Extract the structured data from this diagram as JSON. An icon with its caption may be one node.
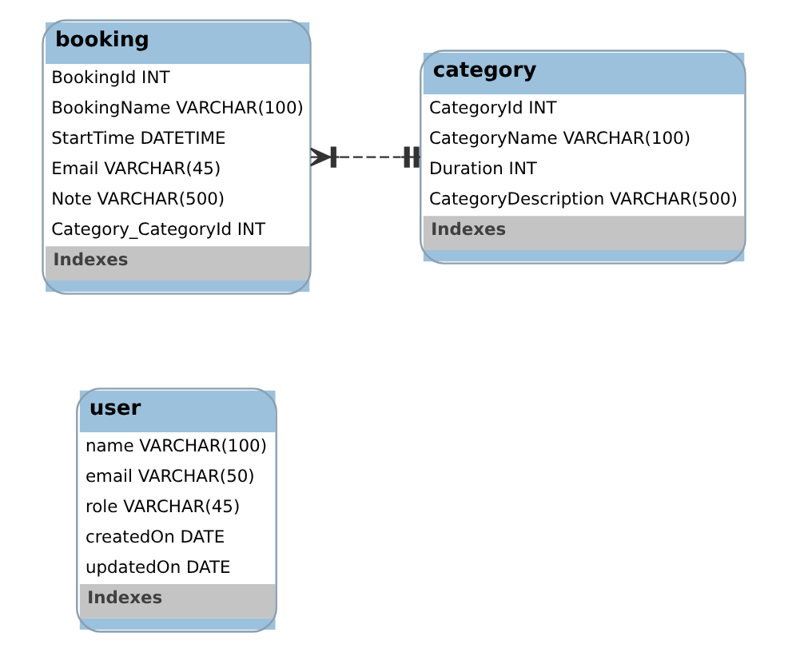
{
  "diagram": {
    "nodes": [
      {
        "text": [
          "booking",
          "BookingId INT",
          "BookingName VARCHAR(100)",
          "StartTime DATETIME",
          "Email VARCHAR(45)",
          "Note VARCHAR(500)",
          "Category_CategoryId INT",
          "Indexes"
        ]
      },
      {
        "text": [
          "category",
          "CategoryId INT",
          "CategoryName VARCHAR(100)",
          "Duration INT",
          "CategoryDescription VARCHAR(500)",
          "Indexes"
        ]
      },
      {
        "text": [
          "user",
          "name VARCHAR(100)",
          "email VARCHAR(50)",
          "role VARCHAR(45)",
          "createdOn DATE",
          "updatedOn DATE",
          "Indexes"
        ]
      }
    ],
    "edges": [
      {
        "from": 0,
        "to": 1,
        "arrow": "other",
        "style": "dashed"
      }
    ]
  }
}
